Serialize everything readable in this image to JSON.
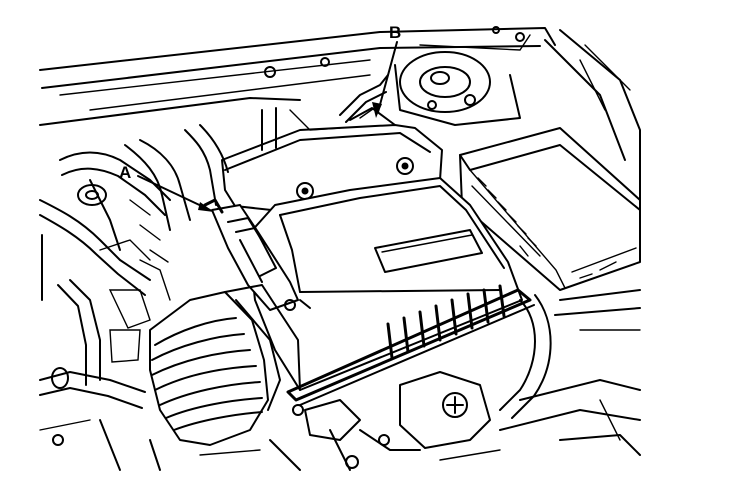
{
  "labels": [
    {
      "id": "A",
      "text": "A"
    },
    {
      "id": "B",
      "text": "B"
    }
  ],
  "colors": {
    "ink": "#000000",
    "paper": "#ffffff"
  }
}
